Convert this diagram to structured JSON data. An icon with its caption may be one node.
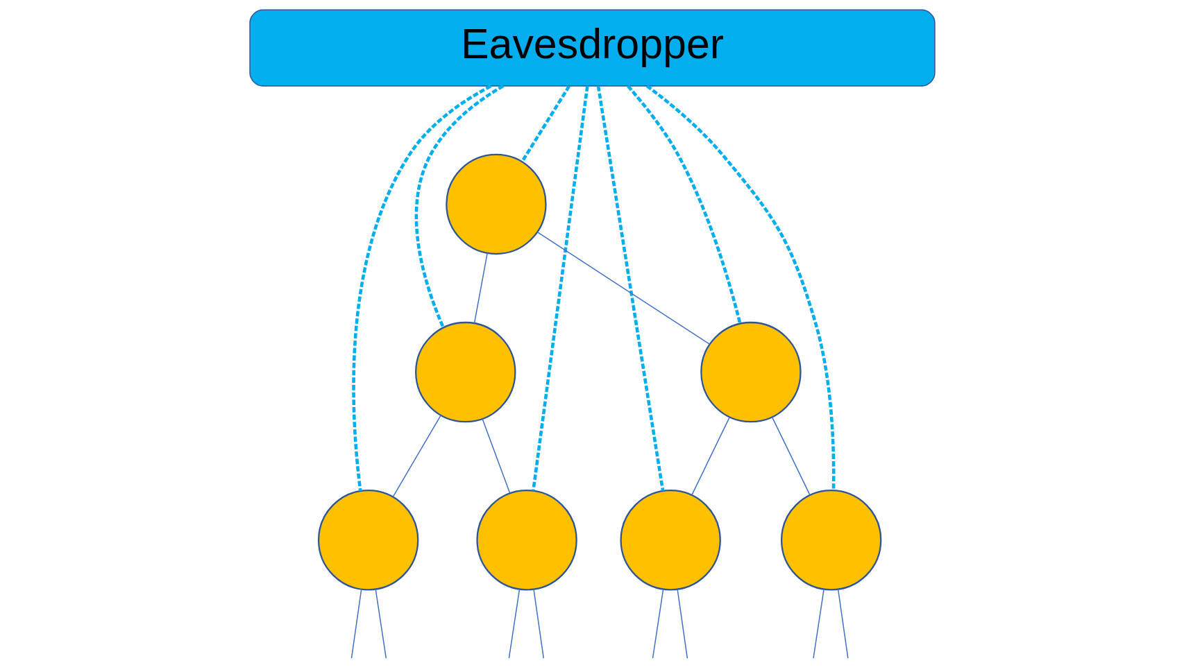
{
  "diagram": {
    "nodes": [
      {
        "text": [
          "Eavesdropper"
        ]
      },
      {
        "text": [],
        "shape": "circle"
      },
      {
        "text": [],
        "shape": "circle"
      },
      {
        "text": [],
        "shape": "circle"
      },
      {
        "text": [],
        "shape": "circle"
      },
      {
        "text": [],
        "shape": "circle"
      },
      {
        "text": [],
        "shape": "circle"
      },
      {
        "text": [],
        "shape": "circle"
      }
    ],
    "edges": [
      {
        "from": 1,
        "to": 2,
        "arrow": "none"
      },
      {
        "from": 1,
        "to": 3,
        "arrow": "none"
      },
      {
        "from": 2,
        "to": 4,
        "arrow": "none"
      },
      {
        "from": 2,
        "to": 5,
        "arrow": "none"
      },
      {
        "from": 3,
        "to": 6,
        "arrow": "none"
      },
      {
        "from": 3,
        "to": 7,
        "arrow": "none"
      },
      {
        "from": 4,
        "to": null,
        "arrow": "none"
      },
      {
        "from": 4,
        "to": null,
        "arrow": "none"
      },
      {
        "from": 5,
        "to": null,
        "arrow": "none"
      },
      {
        "from": 5,
        "to": null,
        "arrow": "none"
      },
      {
        "from": 6,
        "to": null,
        "arrow": "none"
      },
      {
        "from": 6,
        "to": null,
        "arrow": "none"
      },
      {
        "from": 7,
        "to": null,
        "arrow": "none"
      },
      {
        "from": 7,
        "to": null,
        "arrow": "none"
      },
      {
        "from": 0,
        "to": 4,
        "arrow": "none",
        "style": "dashed",
        "color": "#03aeef"
      },
      {
        "from": 0,
        "to": 2,
        "arrow": "none",
        "style": "dashed",
        "color": "#03aeef"
      },
      {
        "from": 0,
        "to": 5,
        "arrow": "none",
        "style": "dashed",
        "color": "#03aeef"
      },
      {
        "from": 0,
        "to": 1,
        "arrow": "none",
        "style": "dashed",
        "color": "#03aeef"
      },
      {
        "from": 0,
        "to": 6,
        "arrow": "none",
        "style": "dashed",
        "color": "#03aeef"
      },
      {
        "from": 0,
        "to": 3,
        "arrow": "none",
        "style": "dashed",
        "color": "#03aeef"
      },
      {
        "from": 0,
        "to": 7,
        "arrow": "none",
        "style": "dashed",
        "color": "#03aeef"
      }
    ]
  }
}
